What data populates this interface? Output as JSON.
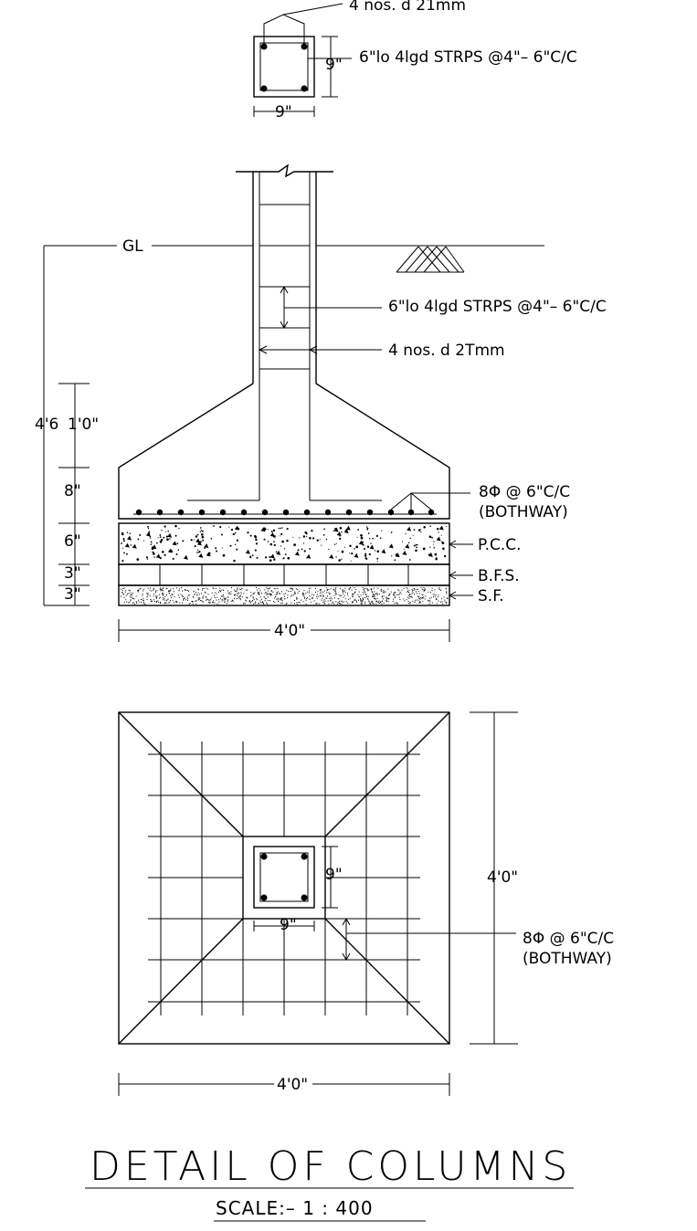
{
  "column_section": {
    "bars_label": "4 nos. d 21mm",
    "stirrup_label": "6\"lo   4lgd  STRPS  @4\"– 6\"C/C",
    "dim_height": "9\"",
    "dim_width": "9\""
  },
  "elevation": {
    "gl_label": "GL",
    "stirrup_label": "6\"lo   4lgd  STRPS  @4\"– 6\"C/C",
    "bars_label": "4 nos. d 2Tmm",
    "dim_depth": "4'6",
    "dim_depth_2": "1'0\"",
    "dim_footing": "8\"",
    "dim_pcc": "6\"",
    "dim_bfs": "3\"",
    "dim_sf": "3\"",
    "mesh_label": "8Φ    @ 6\"C/C",
    "mesh_label_2": "(BOTHWAY)",
    "pcc_label": "P.C.C.",
    "bfs_label": "B.F.S.",
    "sf_label": "S.F.",
    "width_label": "4'0\""
  },
  "plan": {
    "col_dim_h": "9\"",
    "col_dim_w": "9\"",
    "side_dim": "4'0\"",
    "mesh_label": "8Φ    @ 6\"C/C",
    "mesh_label_2": "(BOTHWAY)",
    "width_label": "4'0\""
  },
  "title": "DETAIL  OF  COLUMNS",
  "scale": "SCALE:–  1  :  400"
}
